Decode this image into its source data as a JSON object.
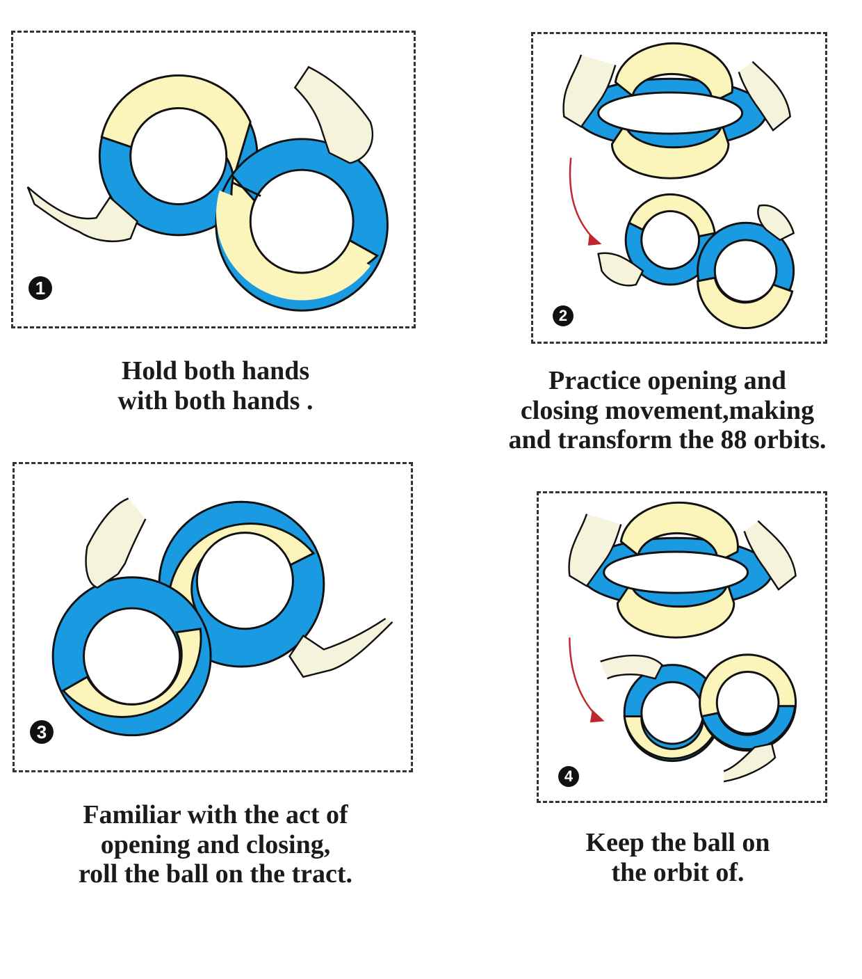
{
  "colors": {
    "ring_blue": "#1a9ae0",
    "ring_yellow": "#fbf4bb",
    "hand": "#f6f3dc",
    "outline": "#111111",
    "arrow": "#c0272d",
    "border": "#333333"
  },
  "steps": [
    {
      "number": "1",
      "caption_lines": [
        "Hold both hands",
        "with both hands ."
      ]
    },
    {
      "number": "2",
      "caption_lines": [
        "Practice opening and",
        "closing movement,making",
        "and transform the 88 orbits."
      ]
    },
    {
      "number": "3",
      "caption_lines": [
        "Familiar with the act of",
        "opening and closing,",
        "roll the ball on the tract."
      ]
    },
    {
      "number": "4",
      "caption_lines": [
        "Keep the ball on",
        "the orbit of."
      ]
    }
  ]
}
